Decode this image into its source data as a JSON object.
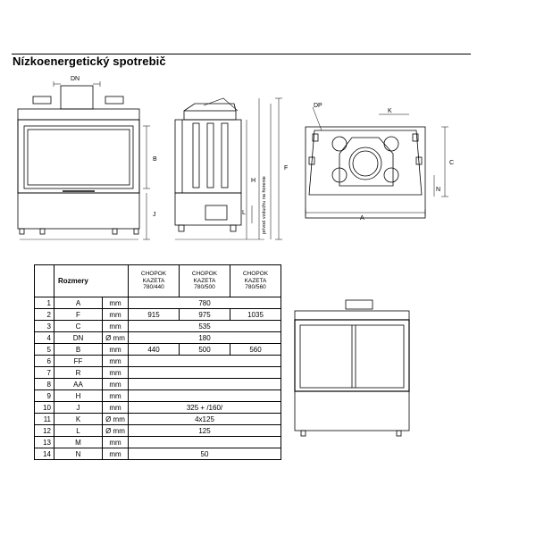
{
  "page": {
    "title": "Nízkoenergetický spotrebič"
  },
  "drawing_labels": {
    "dn": "DN",
    "b": "B",
    "j": "J",
    "f": "F",
    "h": "H",
    "l": "L",
    "inlet": "prívod vzduchu na horenie",
    "dp": "DP",
    "k": "K",
    "c": "C",
    "n": "N",
    "a": "A"
  },
  "specs": {
    "header_label": "Rozmery",
    "models": [
      {
        "line1": "CHOPOK",
        "line2": "KAZETA",
        "line3": "780/440"
      },
      {
        "line1": "CHOPOK",
        "line2": "KAZETA",
        "line3": "780/500"
      },
      {
        "line1": "CHOPOK",
        "line2": "KAZETA",
        "line3": "780/560"
      }
    ],
    "rows": [
      {
        "num": "1",
        "param": "A",
        "unit": "mm",
        "values": [
          "780"
        ]
      },
      {
        "num": "2",
        "param": "F",
        "unit": "mm",
        "values": [
          "915",
          "975",
          "1035"
        ]
      },
      {
        "num": "3",
        "param": "C",
        "unit": "mm",
        "values": [
          "535"
        ]
      },
      {
        "num": "4",
        "param": "DN",
        "unit": "Ø mm",
        "values": [
          "180"
        ]
      },
      {
        "num": "5",
        "param": "B",
        "unit": "mm",
        "values": [
          "440",
          "500",
          "560"
        ]
      },
      {
        "num": "6",
        "param": "FF",
        "unit": "mm",
        "values": [
          ""
        ]
      },
      {
        "num": "7",
        "param": "R",
        "unit": "mm",
        "values": [
          ""
        ]
      },
      {
        "num": "8",
        "param": "AA",
        "unit": "mm",
        "values": [
          ""
        ]
      },
      {
        "num": "9",
        "param": "H",
        "unit": "mm",
        "values": [
          ""
        ]
      },
      {
        "num": "10",
        "param": "J",
        "unit": "mm",
        "values": [
          "325 + /160/"
        ]
      },
      {
        "num": "11",
        "param": "K",
        "unit": "Ø mm",
        "values": [
          "4x125"
        ]
      },
      {
        "num": "12",
        "param": "L",
        "unit": "Ø mm",
        "values": [
          "125"
        ]
      },
      {
        "num": "13",
        "param": "M",
        "unit": "mm",
        "values": [
          ""
        ]
      },
      {
        "num": "14",
        "param": "N",
        "unit": "mm",
        "values": [
          "50"
        ]
      }
    ]
  }
}
